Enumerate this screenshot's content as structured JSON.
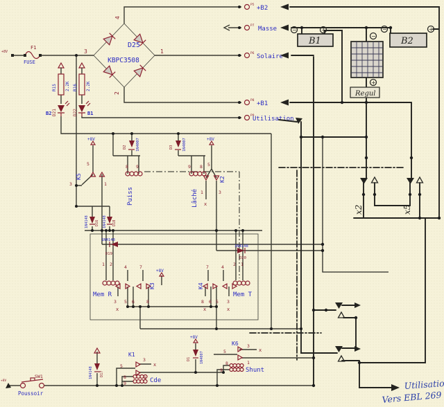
{
  "colors": {
    "background": "#f6f2d9",
    "wire": "#3b3b32",
    "component_red": "#8b2030",
    "label_blue": "#2a2ac2",
    "hand_ink": "#23231f",
    "note_blue": "#2b3fa8"
  },
  "top": {
    "supply": "+8V",
    "fuse_ref": "F1",
    "fuse_label": "FUSE"
  },
  "bridge": {
    "ref": "D25",
    "part": "KBPC3508",
    "pin_left": "3",
    "pin_right": "1",
    "pin_top": "4",
    "pin_bottom": "2"
  },
  "connectors": [
    {
      "label": "+B2",
      "pin": "P5"
    },
    {
      "label": "Masse",
      "pin": "P7"
    },
    {
      "label": "Solaire",
      "pin": "P6"
    },
    {
      "label": "+B1",
      "pin": "P8"
    },
    {
      "label": "Utilisation",
      "pin": "P9"
    }
  ],
  "indicators": [
    {
      "res": "R15",
      "val": "2.2K",
      "led": "D21",
      "tag": "B2"
    },
    {
      "res": "R16",
      "val": "2.2K",
      "led": "D22",
      "tag": "B1"
    }
  ],
  "power": {
    "b1": "B1",
    "b2": "B2",
    "regul": "Regul",
    "plus": "+",
    "minus": "−"
  },
  "supply": {
    "v8": "+8V"
  },
  "relays": [
    {
      "ref": "K5",
      "name": "Puiss",
      "d_ref": "D2",
      "d_part": "1N4007",
      "p5": "5",
      "p8": "8",
      "p9": "9",
      "p3": "3",
      "p1": "1"
    },
    {
      "ref": "K2",
      "name": "Lâché",
      "d_ref": "D3",
      "d_part": "1N4007",
      "p5": "5",
      "p8": "8",
      "p9": "9",
      "p3": "3",
      "p1": "1"
    },
    {
      "ref": "K3",
      "name": "Mem R",
      "p1": "1",
      "p2": "2",
      "p3": "3",
      "p4": "4",
      "p5": "5",
      "p6": "6",
      "p7": "7",
      "p8": "8"
    },
    {
      "ref": "K4",
      "name": "Mem T",
      "p1": "1",
      "p2": "2",
      "p3": "3",
      "p4": "4",
      "p5": "5",
      "p6": "6",
      "p7": "7",
      "p8": "8"
    },
    {
      "ref": "K1",
      "name": "Cde",
      "d_ref": "D17",
      "d_part": "1N4148",
      "p5": "5",
      "p3": "3",
      "p1": "1",
      "p8": "8",
      "p9": "9"
    },
    {
      "ref": "K6",
      "name": "Shunt",
      "d_ref": "D1",
      "d_part": "1N4007",
      "p5": "5",
      "p3": "3",
      "p1": "1",
      "p8": "8",
      "p9": "9"
    }
  ],
  "diodes": {
    "d16": {
      "ref": "D16",
      "part": "1N4148"
    },
    "d18": {
      "ref": "D18",
      "part": "1N4148"
    },
    "d19": {
      "ref": "D19",
      "part": "1N4148"
    },
    "d20": {
      "ref": "D20",
      "part": "1N4148"
    }
  },
  "pushbutton": {
    "ref": "SW1",
    "name": "Poussoir"
  },
  "marks": {
    "x": "x"
  },
  "notes": {
    "x2": "x2",
    "x5": "x5",
    "utilisation": "Utilisation",
    "vers": "Vers EBL 269"
  }
}
